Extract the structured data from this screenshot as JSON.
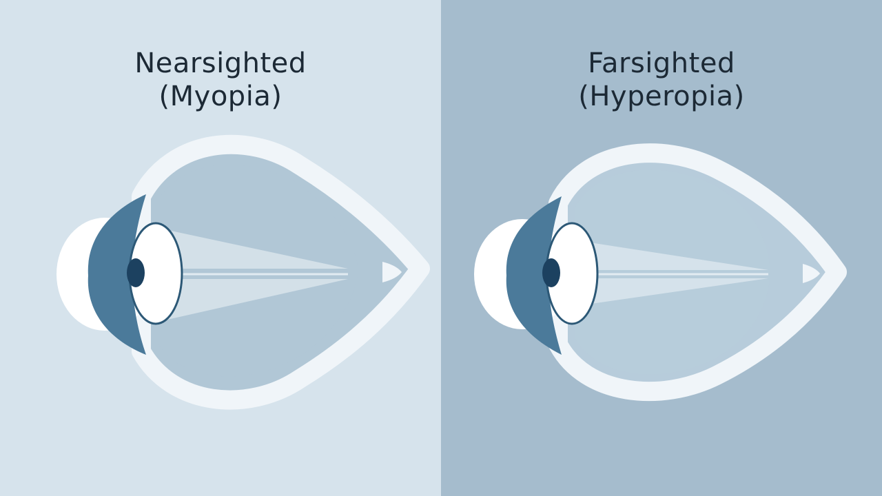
{
  "panels": [
    {
      "title_line1": "Nearsighted",
      "title_line2": "(Myopia)",
      "background": "#d6e3ec",
      "inner_fill": "#b1c7d6"
    },
    {
      "title_line1": "Farsighted",
      "title_line2": "(Hyperopia)",
      "background": "#a5bccd",
      "inner_fill": "#b7ccdb"
    }
  ],
  "colors": {
    "sclera_outline": "#f0f5f9",
    "iris": "#4b7a9a",
    "lens_outline": "#2c5876",
    "pupil": "#1c4160",
    "light_rays": "#eef4f8",
    "title_text": "#1c2935"
  }
}
